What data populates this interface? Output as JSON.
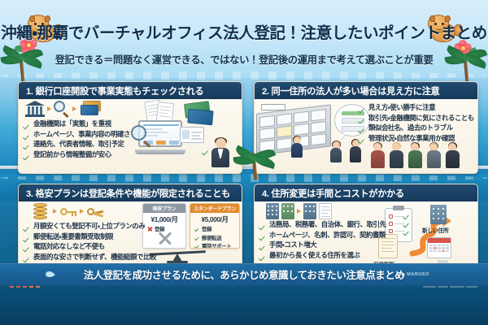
{
  "header": {
    "title": "沖縄・那覇でバーチャルオフィス法人登記！注意したいポイントまとめ",
    "subtitle": "登記できる＝問題なく運営できる、ではない！登記後の運用まで考えて選ぶことが重要",
    "mascot_left": "shisa-icon",
    "mascot_right": "shisa-icon",
    "flower_left": "hibiscus-icon",
    "flower_right": "hibiscus-icon"
  },
  "panels": [
    {
      "id": "panel-1",
      "title": "1. 銀行口座開設で事業実態もチェックされる",
      "bullets": [
        "金融機関は「実態」を重視",
        "ホームページ、事業内容の明確さ",
        "連絡先、代表者情報、取引予定",
        "登記前から情報整備が安心"
      ],
      "icons": [
        "bank-icon",
        "magnifier-icon",
        "credit-card-icon",
        "laptop-icon",
        "document-icon",
        "id-card-icon",
        "business-woman-icon"
      ]
    },
    {
      "id": "panel-2",
      "title": "2. 同一住所の法人が多い場合は見え方に注意",
      "bullets": [
        "見え方・使い勝手に注意",
        "取引先・金融機関に気にされることも",
        "類似会社名、過去のトラブル",
        "管理状況・自然な事業用か確認"
      ],
      "icons": [
        "mailbox-shelf-icon",
        "speech-bubble-icon",
        "people-group-icon"
      ]
    },
    {
      "id": "panel-3",
      "title": "3. 格安プランは登記条件や機能が限定されることも",
      "bullets": [
        "月額安くても登記不可・上位プランのみ",
        "郵便転送・重要書類受取制限",
        "電話対応なしなど不便も",
        "表面的な安さで判断せず、機能総額で比較"
      ],
      "icons": [
        "coins-icon",
        "key-icon",
        "keyring-icon",
        "balance-scale-icon"
      ],
      "plans": [
        {
          "name": "格安プラン",
          "price": "¥1,000/月",
          "header_color": "#8d98a2",
          "features": [
            {
              "label": "登録",
              "state": "no"
            }
          ],
          "verdict": "big-x-icon"
        },
        {
          "name": "スタンダードプラン",
          "price": "¥5,000/月",
          "header_color": "#e08a2e",
          "features": [
            {
              "label": "登録",
              "state": "yes"
            },
            {
              "label": "郵便転送",
              "state": "yes"
            },
            {
              "label": "電話サポート",
              "state": "yes"
            }
          ],
          "verdict": ""
        }
      ],
      "logo": "MARUSO"
    },
    {
      "id": "panel-4",
      "title": "4. 住所変更は手間とコストがかかる",
      "bullets": [
        "法務局、税務署、自治体、銀行、取引先",
        "ホームページ、名刺、許認可、契約書類",
        "手間・コスト増大",
        "最初から長く使える住所を選ぶ"
      ],
      "icons": [
        "building-icon",
        "document-edit-icon",
        "clipboard-checklist-icon",
        "arrow-squiggle-icon",
        "calendar-icon"
      ],
      "diagram": {
        "from_label": "旧住所所",
        "to_label": "新しい住所"
      }
    }
  ],
  "footer": {
    "text": "法人登記を成功させるために、あらかじめ意識しておきたい注意点まとめ",
    "logo": "MARUSO"
  },
  "colors": {
    "sky": "#cfe9f7",
    "sea": "#0a4f78",
    "panel_head": "#16395a",
    "panel_body": "#fbf7ed",
    "footer_bar": "#1f6ea6",
    "check_green": "#4c9a48",
    "accent_orange": "#e08a2e",
    "warn_red": "#d8443c"
  }
}
